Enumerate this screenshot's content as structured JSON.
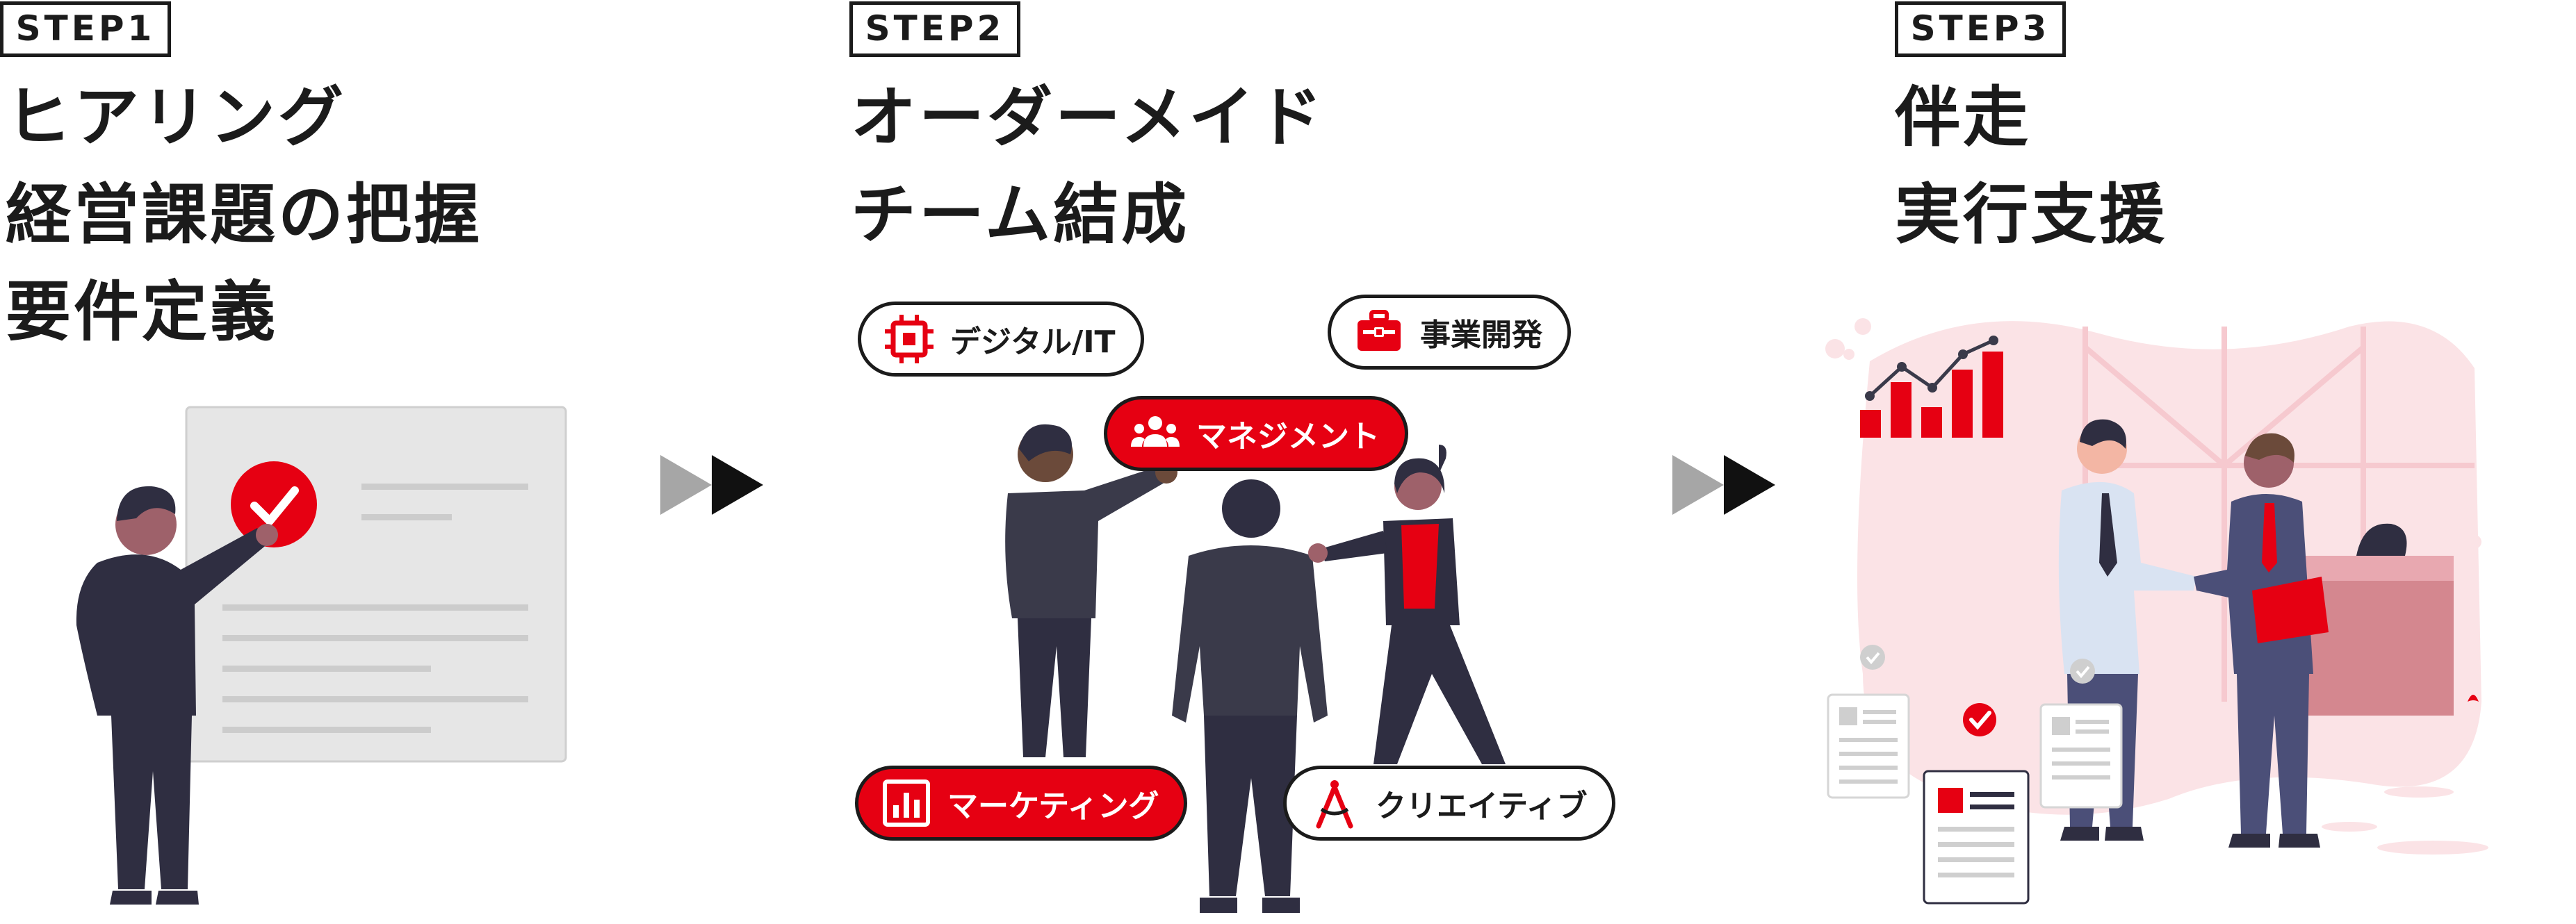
{
  "steps": [
    {
      "badge": "STEP1",
      "lines": [
        "ヒアリング",
        "経営課題の把握",
        "要件定義"
      ]
    },
    {
      "badge": "STEP2",
      "lines": [
        "オーダーメイド",
        "チーム結成"
      ],
      "tags": [
        {
          "label": "デジタル/IT",
          "icon": "chip-icon",
          "style": "white"
        },
        {
          "label": "事業開発",
          "icon": "briefcase-icon",
          "style": "white"
        },
        {
          "label": "マネジメント",
          "icon": "people-icon",
          "style": "red"
        },
        {
          "label": "マーケティング",
          "icon": "bar-chart-icon",
          "style": "red"
        },
        {
          "label": "クリエイティブ",
          "icon": "compass-icon",
          "style": "white"
        }
      ]
    },
    {
      "badge": "STEP3",
      "lines": [
        "伴走",
        "実行支援"
      ]
    }
  ],
  "colors": {
    "accent": "#e60012",
    "dark": "#2f2e41",
    "text": "#1b1b1b",
    "pink": "#fbe3e6",
    "gray_arrow": "#a6a6a6"
  },
  "connectors": [
    "arrow-gray-icon",
    "arrow-black-icon"
  ]
}
